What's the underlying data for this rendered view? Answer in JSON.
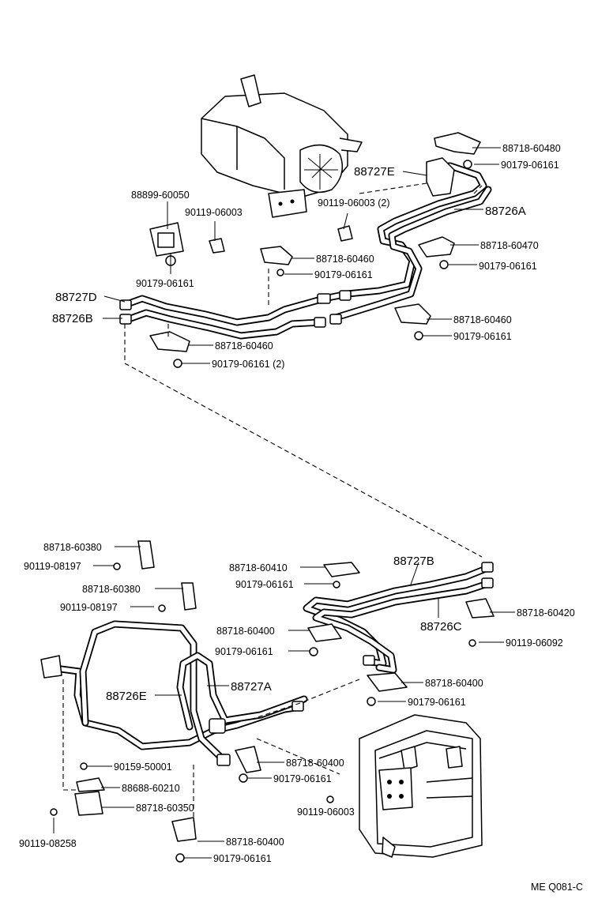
{
  "labels": {
    "p88718_60480": "88718-60480",
    "p90179_a": "90179-06161",
    "p88727E": "88727E",
    "p88726A": "88726A",
    "p88899": "88899-60050",
    "p90119_06003_a": "90119-06003",
    "p90119_06003_2": "90119-06003 (2)",
    "p88718_60470": "88718-60470",
    "p90179_b": "90179-06161",
    "p88718_60460_a": "88718-60460",
    "p90179_c": "90179-06161",
    "p90179_d": "90179-06161",
    "p88727D": "88727D",
    "p88726B": "88726B",
    "p88718_60460_b": "88718-60460",
    "p90179_e": "90179-06161",
    "p88718_60460_c": "88718-60460",
    "p90179_f2": "90179-06161 (2)",
    "p88718_60380_a": "88718-60380",
    "p90119_08197_a": "90119-08197",
    "p88718_60410": "88718-60410",
    "p88727B": "88727B",
    "p90179_g": "90179-06161",
    "p88718_60380_b": "88718-60380",
    "p90119_08197_b": "90119-08197",
    "p88718_60420": "88718-60420",
    "p88726C": "88726C",
    "p88718_60400_a": "88718-60400",
    "p90119_06092": "90119-06092",
    "p90179_h": "90179-06161",
    "p88718_60400_b": "88718-60400",
    "p88726E": "88726E",
    "p88727A": "88727A",
    "p90179_i": "90179-06161",
    "p90159": "90159-50001",
    "p88718_60400_c": "88718-60400",
    "p90179_j": "90179-06161",
    "p88688": "88688-60210",
    "p88718_60350": "88718-60350",
    "p90119_06003_b": "90119-06003",
    "p90119_08258": "90119-08258",
    "p88718_60400_d": "88718-60400",
    "p90179_k": "90179-06161",
    "footer": "ME Q081-C"
  }
}
